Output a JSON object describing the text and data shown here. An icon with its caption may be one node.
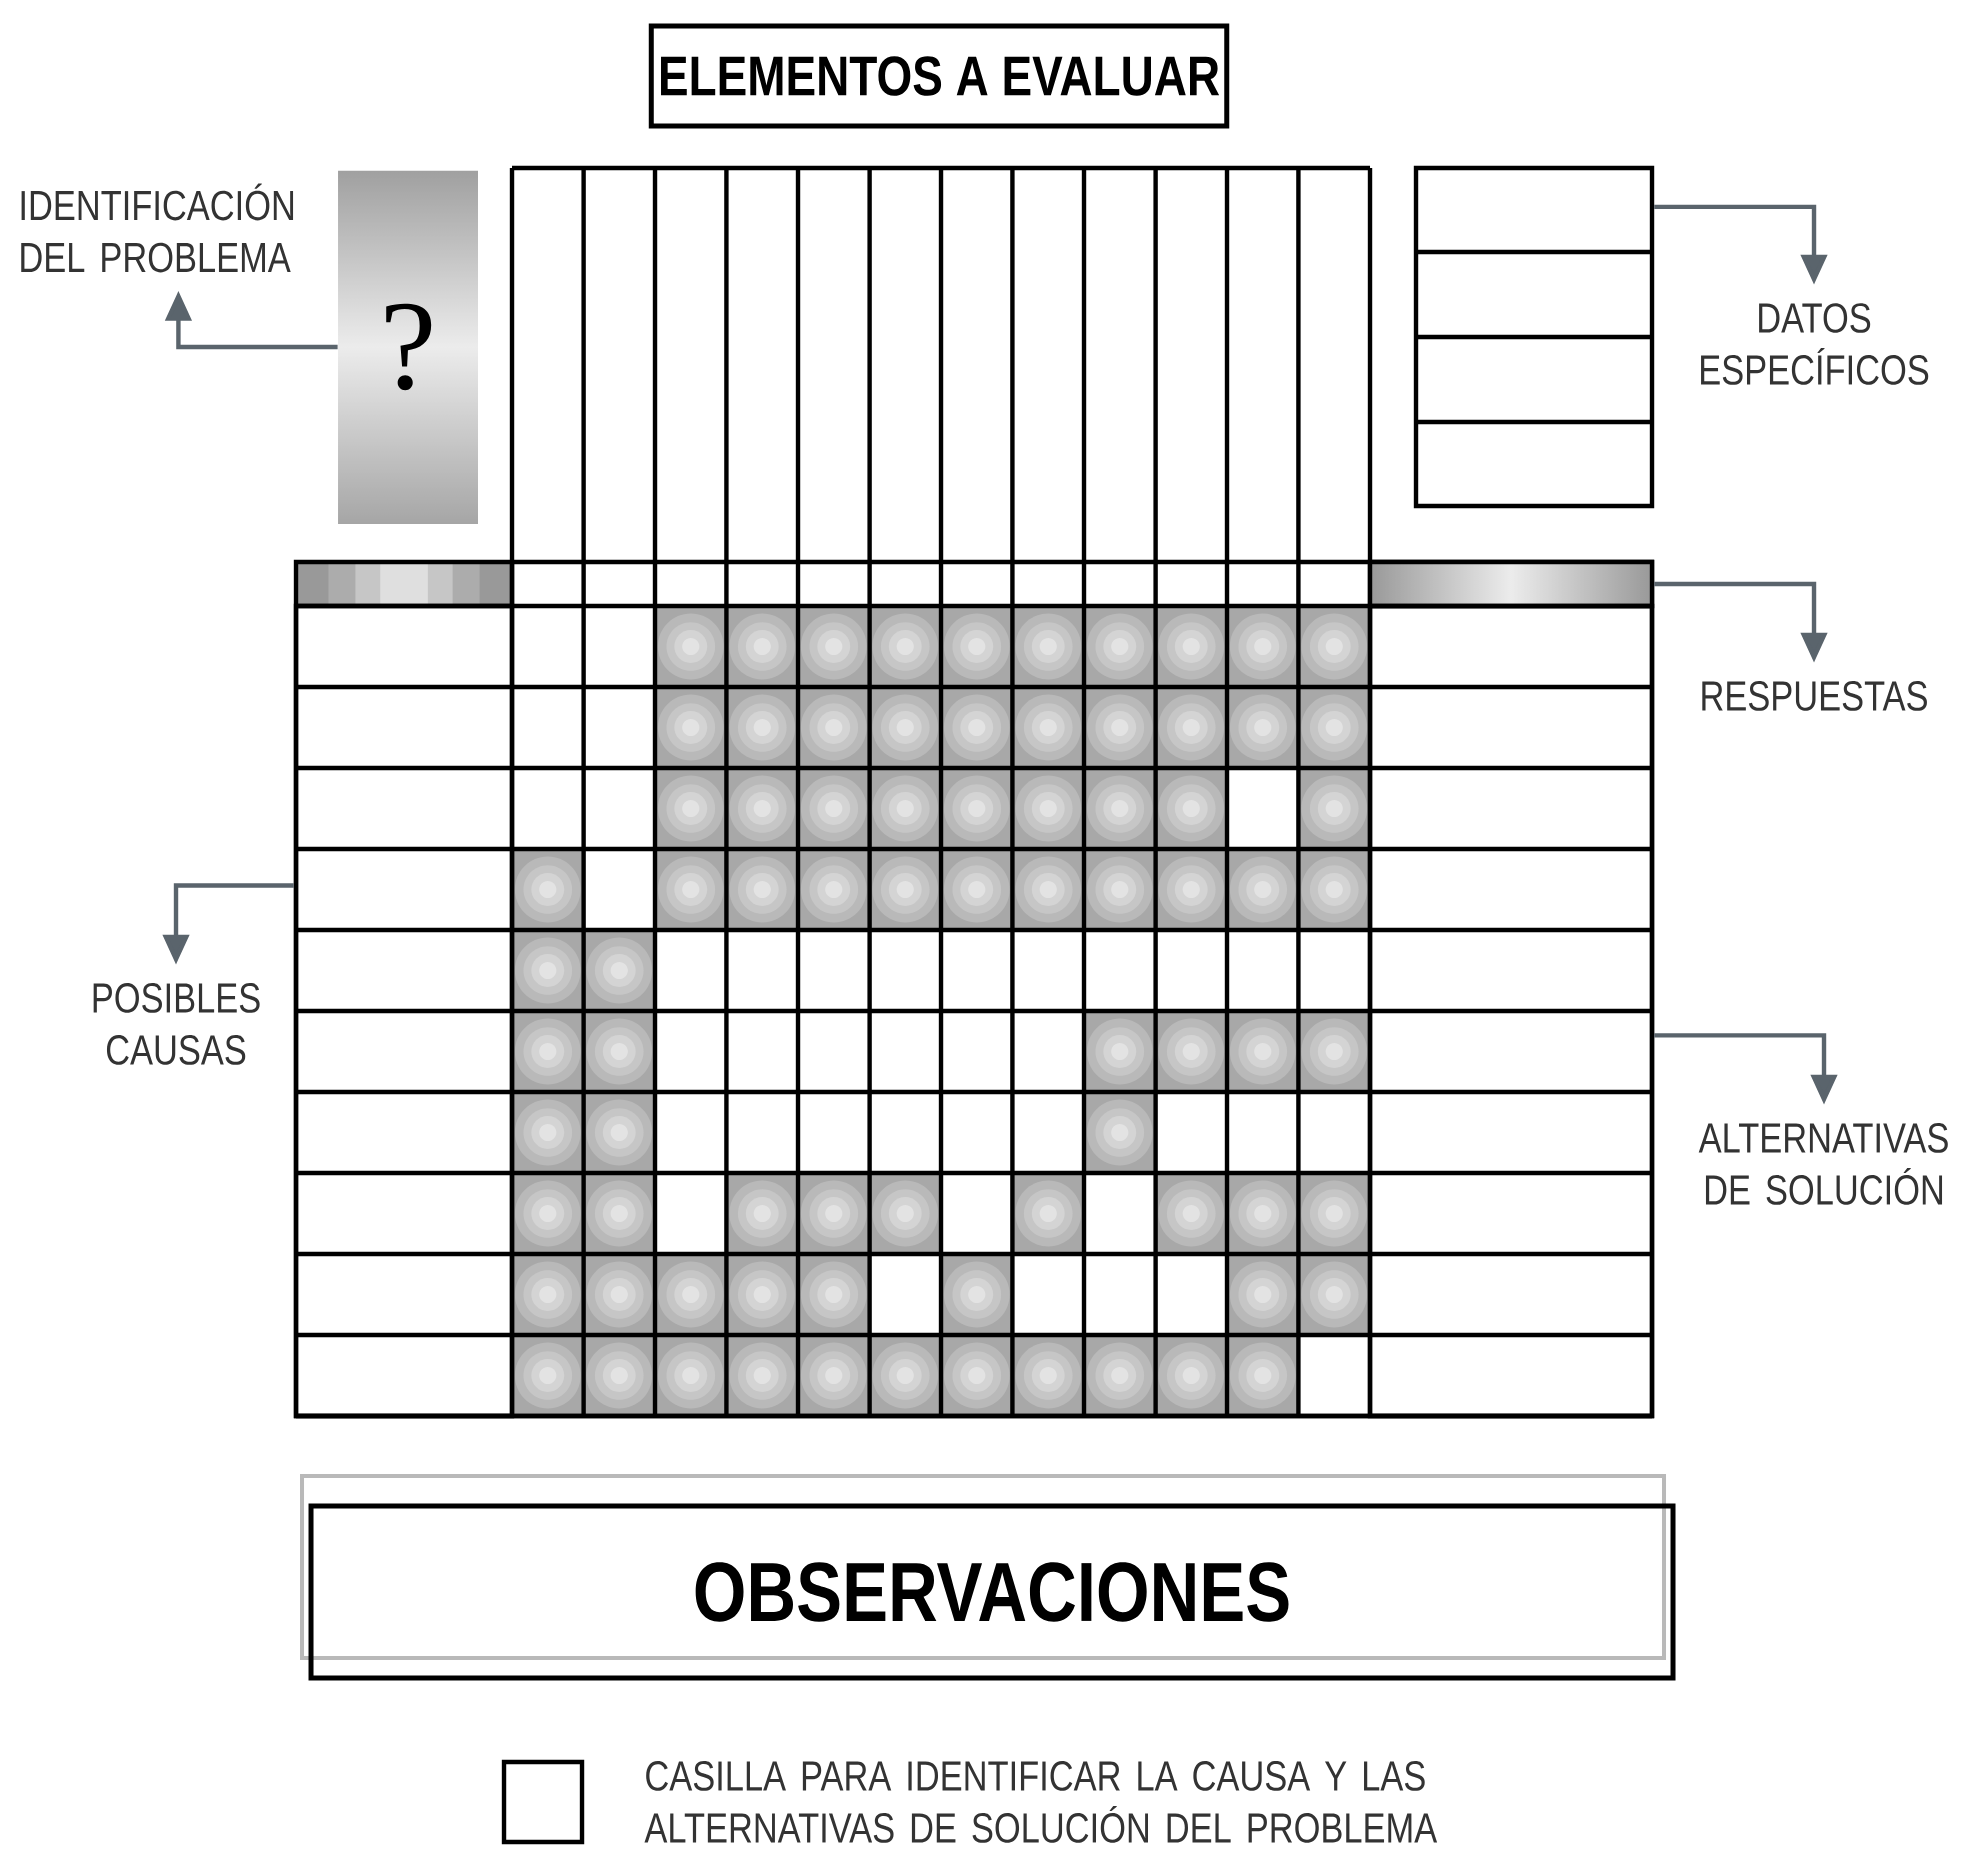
{
  "diagram": {
    "nodes": [
      {
        "text": [
          "ELEMENTOS A EVALUAR"
        ]
      },
      {
        "text": [
          "IDENTIFICACIÓN DEL PROBLEMA"
        ]
      },
      {
        "text": [
          "?"
        ]
      },
      {
        "text": [],
        "shape": "box"
      },
      {
        "text": [
          "DATOS ESPECÍFICOS"
        ]
      },
      {
        "text": [],
        "shape": "bar"
      },
      {
        "text": [
          "RESPUESTAS"
        ]
      },
      {
        "text": [],
        "shape": "box"
      },
      {
        "text": [
          "POSIBLES CAUSAS"
        ]
      },
      {
        "text": [],
        "shape": "box"
      },
      {
        "text": [
          "ALTERNATIVAS DE SOLUCIÓN"
        ]
      },
      {
        "text": [
          "OBSERVACIONES"
        ]
      }
    ],
    "edges": [
      {
        "from": 2,
        "to": 1,
        "arrow": "to"
      },
      {
        "from": 3,
        "to": 4,
        "arrow": "to"
      },
      {
        "from": 5,
        "to": 6,
        "arrow": "to"
      },
      {
        "from": 7,
        "to": 8,
        "arrow": "to"
      },
      {
        "from": 9,
        "to": 10,
        "arrow": "to"
      }
    ],
    "legend": [
      {
        "text": "CASILLA PARA IDENTIFICAR LA CAUSA Y LAS ALTERNATIVAS DE SOLUCIÓN DEL PROBLEMA"
      }
    ]
  }
}
